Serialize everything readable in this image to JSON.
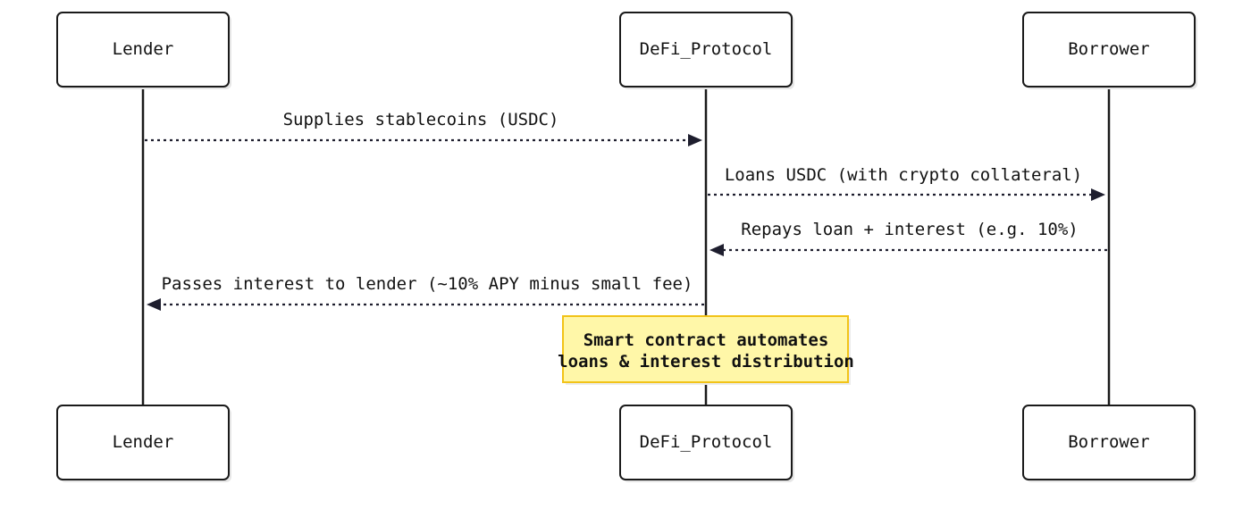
{
  "participants": [
    {
      "id": "lender",
      "label": "Lender"
    },
    {
      "id": "protocol",
      "label": "DeFi_Protocol"
    },
    {
      "id": "borrower",
      "label": "Borrower"
    }
  ],
  "messages": [
    {
      "from": "lender",
      "to": "protocol",
      "label": "Supplies stablecoins (USDC)",
      "style": "dotted"
    },
    {
      "from": "protocol",
      "to": "borrower",
      "label": "Loans USDC (with crypto collateral)",
      "style": "dotted"
    },
    {
      "from": "borrower",
      "to": "protocol",
      "label": "Repays loan + interest (e.g. 10%)",
      "style": "dotted"
    },
    {
      "from": "protocol",
      "to": "lender",
      "label": "Passes interest to lender (~10% APY minus small fee)",
      "style": "dotted"
    }
  ],
  "note": {
    "over": "protocol",
    "lines": [
      "Smart contract automates",
      "loans & interest distribution"
    ]
  },
  "colors": {
    "note_fill": "#fff7a8",
    "note_border": "#f2c318",
    "line": "#1a1a1a",
    "arrow": "#1e1e2e"
  }
}
